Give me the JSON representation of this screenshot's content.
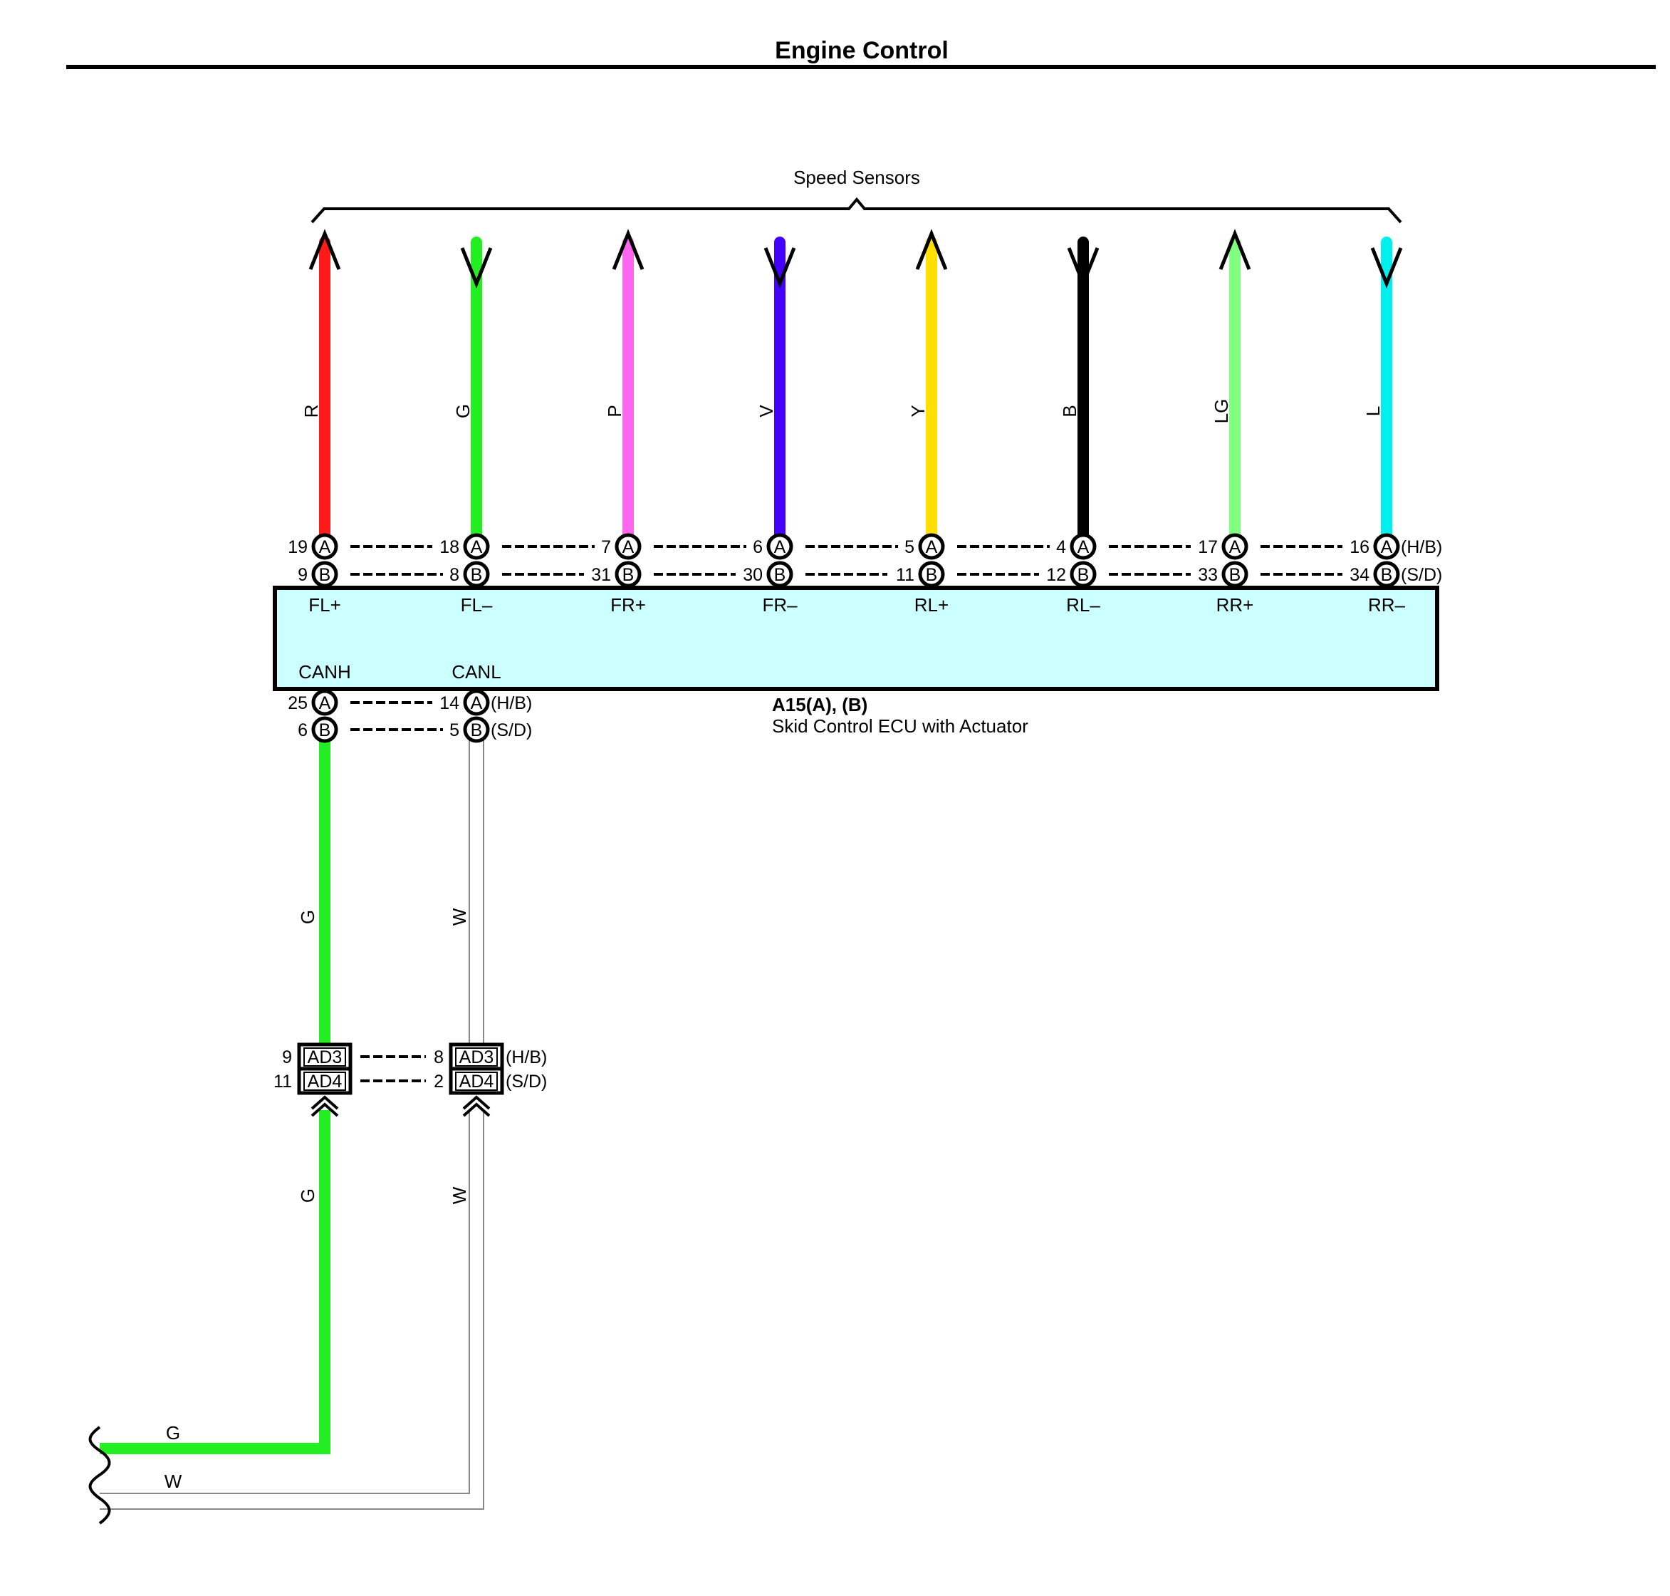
{
  "header": {
    "title": "Engine Control"
  },
  "sensor_group": {
    "label": "Speed Sensors"
  },
  "sensors": [
    {
      "wire_color": "R",
      "color": "#ff1a1a",
      "dir": "up",
      "pin_a": "19",
      "pin_b": "9",
      "terminal": "FL+"
    },
    {
      "wire_color": "G",
      "color": "#22ee22",
      "dir": "down",
      "pin_a": "18",
      "pin_b": "8",
      "terminal": "FL–"
    },
    {
      "wire_color": "P",
      "color": "#ff66ee",
      "dir": "up",
      "pin_a": "7",
      "pin_b": "31",
      "terminal": "FR+"
    },
    {
      "wire_color": "V",
      "color": "#4400ff",
      "dir": "down",
      "pin_a": "6",
      "pin_b": "30",
      "terminal": "FR–"
    },
    {
      "wire_color": "Y",
      "color": "#ffe000",
      "dir": "up",
      "pin_a": "5",
      "pin_b": "11",
      "terminal": "RL+"
    },
    {
      "wire_color": "B",
      "color": "#000000",
      "dir": "down",
      "pin_a": "4",
      "pin_b": "12",
      "terminal": "RL–"
    },
    {
      "wire_color": "LG",
      "color": "#80ff80",
      "dir": "up",
      "pin_a": "17",
      "pin_b": "33",
      "terminal": "RR+"
    },
    {
      "wire_color": "L",
      "color": "#00f0f0",
      "dir": "down",
      "pin_a": "16",
      "pin_b": "34",
      "terminal": "RR–"
    }
  ],
  "connector_letters": {
    "a": "A",
    "b": "B"
  },
  "variants": {
    "hb": "(H/B)",
    "sd": "(S/D)"
  },
  "ecu": {
    "id": "A15(A), (B)",
    "name": "Skid Control ECU with Actuator",
    "fill": "#ccffff",
    "canh": {
      "label": "CANH",
      "pin_a": "25",
      "pin_b": "6"
    },
    "canl": {
      "label": "CANL",
      "pin_a": "14",
      "pin_b": "5"
    }
  },
  "can_wires": {
    "canh": {
      "color_code": "G",
      "color": "#22ee22"
    },
    "canl": {
      "color_code": "W",
      "color": "#ffffff"
    }
  },
  "junction": {
    "ad3": "AD3",
    "ad4": "AD4",
    "canh": {
      "pin_ad3": "9",
      "pin_ad4": "11"
    },
    "canl": {
      "pin_ad3": "8",
      "pin_ad4": "2"
    }
  }
}
